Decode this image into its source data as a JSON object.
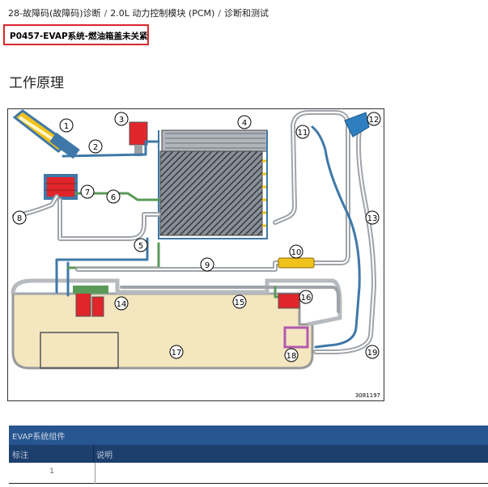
{
  "breadcrumb": {
    "items": [
      "28-故障码(故障码)诊断",
      "2.0L 动力控制模块 (PCM)",
      "诊断和测试"
    ],
    "separator": "/"
  },
  "dtc": {
    "title": "P0457-EVAP系统-燃油箱盖未关紧",
    "highlight_color": "#d9272e"
  },
  "section": {
    "heading": "工作原理"
  },
  "diagram": {
    "callouts": [
      "1",
      "2",
      "3",
      "4",
      "5",
      "6",
      "7",
      "8",
      "9",
      "10",
      "11",
      "12",
      "13",
      "14",
      "15",
      "16",
      "17",
      "18",
      "19"
    ],
    "code": "3081197",
    "colors": {
      "canister_grid": "#6f7680",
      "pipe_blue": "#3f78a8",
      "pipe_green": "#5a9a58",
      "fuel": "#f4e6bf",
      "accent_red": "#e0262b",
      "accent_yellow": "#f1c21b",
      "filler_cap_blue": "#2f7fc0"
    }
  },
  "table": {
    "title": "EVAP系统组件",
    "columns": [
      "标注",
      "说明"
    ],
    "rows": [
      {
        "num": "1",
        "desc": ""
      }
    ]
  }
}
